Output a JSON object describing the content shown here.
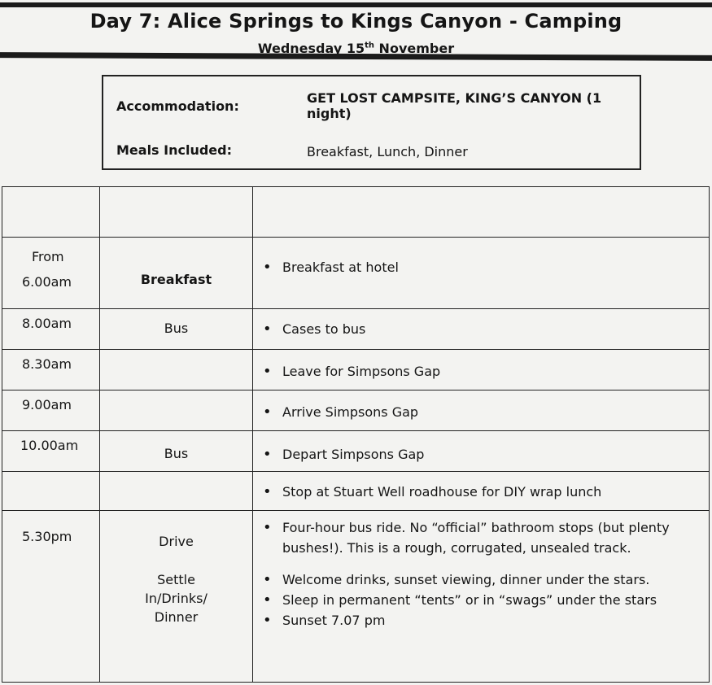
{
  "header": {
    "title": "Day 7: Alice Springs to Kings Canyon - Camping",
    "date_prefix": "Wednesday 15",
    "date_sup": "th",
    "date_suffix": " November"
  },
  "info": {
    "accommodation_label": "Accommodation:",
    "accommodation_value": "GET LOST CAMPSITE, KING’S CANYON (1 night)",
    "meals_label": "Meals Included:",
    "meals_value": "Breakfast, Lunch, Dinner"
  },
  "schedule": [
    {
      "time": "",
      "time2": "",
      "activity": "",
      "notes": []
    },
    {
      "time": "From",
      "time2": "6.00am",
      "activity": "Breakfast",
      "notes": [
        "Breakfast at hotel"
      ]
    },
    {
      "time": "8.00am",
      "activity": "Bus",
      "notes": [
        "Cases to bus"
      ]
    },
    {
      "time": "8.30am",
      "activity": "",
      "notes": [
        "Leave for Simpsons Gap"
      ]
    },
    {
      "time": "9.00am",
      "activity": "",
      "notes": [
        "Arrive Simpsons Gap"
      ]
    },
    {
      "time": "10.00am",
      "activity": "Bus",
      "notes": [
        "Depart Simpsons Gap"
      ]
    },
    {
      "time": "",
      "activity": "",
      "notes": [
        "Stop at Stuart Well roadhouse for DIY wrap lunch"
      ]
    },
    {
      "time": "5.30pm",
      "activity": "Drive",
      "activity2_line1": "Settle",
      "activity2_line2": "In/Drinks/",
      "activity2_line3": "Dinner",
      "notes": [
        "Four-hour bus ride.  No “official” bathroom stops (but plenty bushes!).  This is a rough, corrugated, unsealed track."
      ],
      "notes2": [
        "Welcome drinks, sunset viewing, dinner under the stars.",
        "Sleep in permanent “tents” or in “swags” under the stars",
        "Sunset 7.07 pm"
      ]
    }
  ]
}
